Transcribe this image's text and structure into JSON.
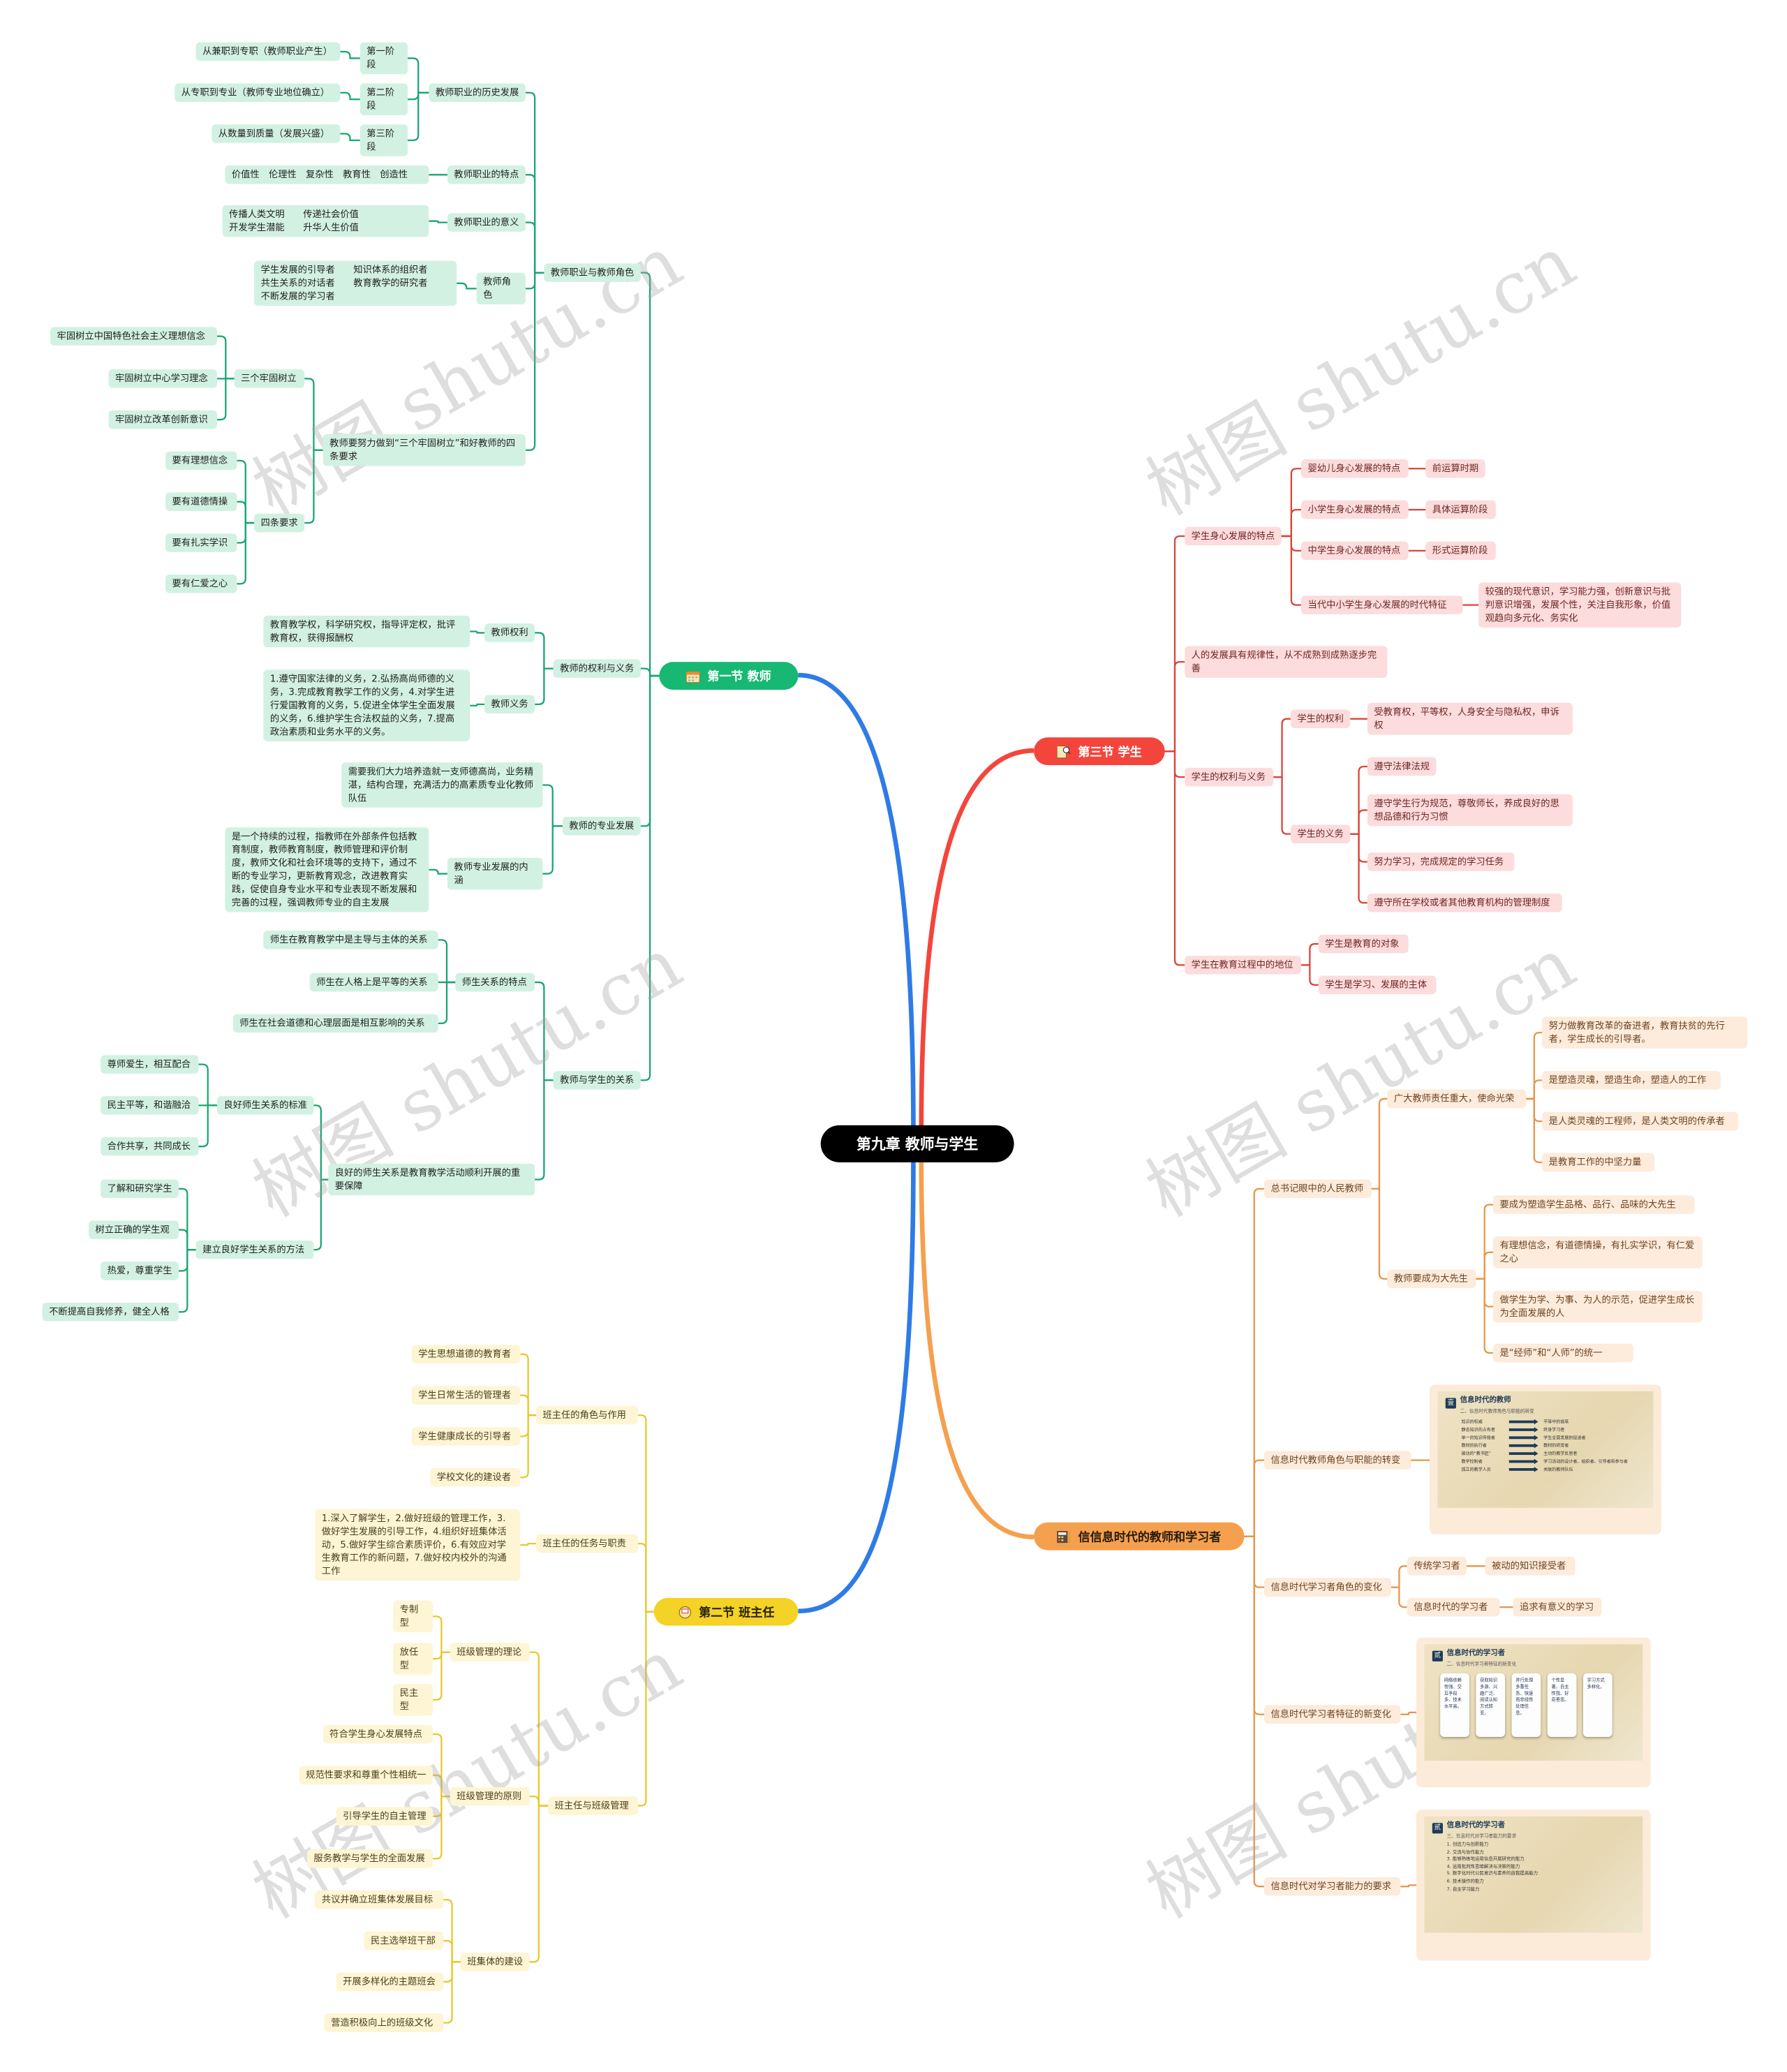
{
  "central_topic": "第九章  教师与学生",
  "watermark": "树图 shutu.cn",
  "colors": {
    "green": "#16b873",
    "red": "#f4453c",
    "yellow": "#f4d226",
    "orange": "#f5a04e",
    "blue_main": "#2f7be6"
  },
  "section1": {
    "label": "第一节  教师",
    "icon": "calendar-icon",
    "profession_and_role": {
      "label": "教师职业与教师角色",
      "history": {
        "label": "教师职业的历史发展",
        "stages": [
          {
            "label": "第一阶段",
            "desc": "从兼职到专职（教师职业产生）"
          },
          {
            "label": "第二阶段",
            "desc": "从专职到专业（教师专业地位确立）"
          },
          {
            "label": "第三阶段",
            "desc": "从数量到质量（发展兴盛）"
          }
        ]
      },
      "features": {
        "label": "教师职业的特点",
        "content": "价值性　伦理性　复杂性　教育性　创造性"
      },
      "significance": {
        "label": "教师职业的意义",
        "content": "传播人类文明　　传递社会价值\n开发学生潜能　　升华人生价值"
      },
      "roles": {
        "label": "教师角色",
        "content": "学生发展的引导者　　知识体系的组织者\n共生关系的对话者　　教育教学的研究者\n不断发展的学习者"
      },
      "requirements": {
        "label": "教师要努力做到“三个牢固树立”和好教师的四条要求",
        "three": {
          "label": "三个牢固树立",
          "items": [
            "牢固树立中国特色社会主义理想信念",
            "牢固树立中心学习理念",
            "牢固树立改革创新意识"
          ]
        },
        "four": {
          "label": "四条要求",
          "items": [
            "要有理想信念",
            "要有道德情操",
            "要有扎实学识",
            "要有仁爱之心"
          ]
        }
      }
    },
    "rights_duties": {
      "label": "教师的权利与义务",
      "rights": {
        "label": "教师权利",
        "content": "教育教学权，科学研究权，指导评定权，批评教育权，获得报酬权"
      },
      "duties": {
        "label": "教师义务",
        "content": "1.遵守国家法律的义务，2.弘扬高尚师德的义务，3.完成教育教学工作的义务，4.对学生进行爱国教育的义务，5.促进全体学生全面发展的义务，6.维护学生合法权益的义务，7.提高政治素质和业务水平的义务。"
      }
    },
    "professional_dev": {
      "label": "教师的专业发展",
      "need": "需要我们大力培养造就一支师德高尚，业务精湛，结构合理，充满活力的高素质专业化教师队伍",
      "connotation": {
        "label": "教师专业发展的内涵",
        "content": "是一个持续的过程，指教师在外部条件包括教育制度，教师教育制度，教师管理和评价制度，教师文化和社会环境等的支持下，通过不断的专业学习，更新教育观念，改进教育实践，促使自身专业水平和专业表现不断发展和完善的过程，强调教师专业的自主发展"
      }
    },
    "relationship": {
      "label": "教师与学生的关系",
      "features": {
        "label": "师生关系的特点",
        "items": [
          "师生在教育教学中是主导与主体的关系",
          "师生在人格上是平等的关系",
          "师生在社会道德和心理层面是相互影响的关系"
        ]
      },
      "good": {
        "label": "良好的师生关系是教育教学活动顺利开展的重要保障",
        "standards": {
          "label": "良好师生关系的标准",
          "items": [
            "尊师爱生，相互配合",
            "民主平等，和谐融洽",
            "合作共享，共同成长"
          ]
        },
        "methods": {
          "label": "建立良好学生关系的方法",
          "items": [
            "了解和研究学生",
            "树立正确的学生观",
            "热爱，尊重学生",
            "不断提高自我修养，健全人格"
          ]
        }
      }
    }
  },
  "section2": {
    "label": "第二节  班主任",
    "icon": "teacher-icon",
    "role": {
      "label": "班主任的角色与作用",
      "items": [
        "学生思想道德的教育者",
        "学生日常生活的管理者",
        "学生健康成长的引导者",
        "学校文化的建设者"
      ]
    },
    "tasks": {
      "label": "班主任的任务与职责",
      "content": "1.深入了解学生，2.做好班级的管理工作，3.做好学生发展的引导工作，4.组织好班集体活动，5.做好学生综合素质评价，6.有效应对学生教育工作的新问题，7.做好校内校外的沟通工作"
    },
    "management": {
      "label": "班主任与班级管理",
      "theory": {
        "label": "班级管理的理论",
        "items": [
          "专制型",
          "放任型",
          "民主型"
        ]
      },
      "principles": {
        "label": "班级管理的原则",
        "items": [
          "符合学生身心发展特点",
          "规范性要求和尊重个性相统一",
          "引导学生的自主管理",
          "服务教学与学生的全面发展"
        ]
      },
      "building": {
        "label": "班集体的建设",
        "items": [
          "共议并确立班集体发展目标",
          "民主选举班干部",
          "开展多样化的主题班会",
          "营造积极向上的班级文化"
        ]
      }
    }
  },
  "section3": {
    "label": "第三节  学生",
    "icon": "document-search-icon",
    "development": {
      "label": "学生身心发展的特点",
      "items": [
        {
          "label": "婴幼儿身心发展的特点",
          "leaf": "前运算时期"
        },
        {
          "label": "小学生身心发展的特点",
          "leaf": "具体运算阶段"
        },
        {
          "label": "中学生身心发展的特点",
          "leaf": "形式运算阶段"
        },
        {
          "label": "当代中小学生身心发展的时代特征",
          "leaf": "较强的现代意识，学习能力强，创新意识与批判意识增强，发展个性，关注自我形象，价值观趋向多元化、务实化"
        }
      ]
    },
    "law": "人的发展具有规律性，从不成熟到成熟逐步完善",
    "rights_duties": {
      "label": "学生的权利与义务",
      "rights": {
        "label": "学生的权利",
        "content": "受教育权，平等权，人身安全与隐私权，申诉权"
      },
      "duties": {
        "label": "学生的义务",
        "items": [
          "遵守法律法规",
          "遵守学生行为规范，尊敬师长，养成良好的思想品德和行为习惯",
          "努力学习，完成规定的学习任务",
          "遵守所在学校或者其他教育机构的管理制度"
        ]
      }
    },
    "position": {
      "label": "学生在教育过程中的地位",
      "items": [
        "学生是教育的对象",
        "学生是学习、发展的主体"
      ]
    }
  },
  "section4": {
    "label": "信信息时代的教师和学习者",
    "icon": "calculator-icon",
    "secretary": {
      "label": "总书记眼中的人民教师",
      "great": {
        "label": "广大教师责任重大，使命光荣",
        "items": [
          "努力做教育改革的奋进者，教育扶贫的先行者，学生成长的引导者。",
          "是塑造灵魂，塑造生命，塑造人的工作",
          "是人类灵魂的工程师，是人类文明的传承者",
          "是教育工作的中坚力量"
        ]
      },
      "master": {
        "label": "教师要成为大先生",
        "items": [
          "要成为塑造学生品格、品行、品味的大先生",
          "有理想信念，有道德情操，有扎实学识，有仁爱之心",
          "做学生为学、为事、为人的示范，促进学生成长为全面发展的人",
          "是“经师”和“人师”的统一"
        ]
      }
    },
    "teacher_transform": {
      "label": "信息时代教师角色与职能的转变",
      "slide": {
        "badge": "壹",
        "title": "信息时代的教师",
        "subtitle": "二、信息时代教师角色与职能的转变",
        "from": [
          "知识的权威",
          "静态知识的占有者",
          "单一的知识传授者",
          "教材的执行者",
          "被动的“教书匠”",
          "教学控制者",
          "孤立的教学人员"
        ],
        "to": [
          "平等中的首席",
          "终身学习者",
          "学生全面发展的促进者",
          "教材的研发者",
          "主动的教学反思者",
          "学习活动的设计者、组织者、引导者和参与者",
          "关联的教师队伍"
        ]
      }
    },
    "learner_roles": {
      "label": "信息时代学习者角色的变化",
      "items": [
        {
          "label": "传统学习者",
          "leaf": "被动的知识接受者"
        },
        {
          "label": "信息时代的学习者",
          "leaf": "追求有意义的学习"
        }
      ]
    },
    "learner_features": {
      "label": "信息时代学习者特征的新变化",
      "slide": {
        "badge": "贰",
        "title": "信息时代的学习者",
        "subtitle": "二、信息时代学习者特征的新变化",
        "cards": [
          "网络依赖性强、交互手段多、技术水平高。",
          "获取知识多源、兴趣广泛、阅读认知方式转变。",
          "并行处理多重任务、快速而非线性处理信息。",
          "个性显著、自主性强、好奇善思。",
          "学习方式多样化。"
        ]
      }
    },
    "learner_abilities": {
      "label": "信息时代对学习者能力的要求",
      "slide": {
        "badge": "贰",
        "title": "信息时代的学习者",
        "subtitle": "三、信息时代对学习者能力的要求",
        "items": [
          "1. 创造力与创新能力",
          "2. 交流与协作能力",
          "3. 能够熟练地运用信息开展研究的能力",
          "4. 运用批判性思维解决与决策的能力",
          "5. 数字化时代公民意识与素养的自我提高能力",
          "6. 技术操作的能力",
          "7. 自主学习能力"
        ]
      }
    }
  }
}
